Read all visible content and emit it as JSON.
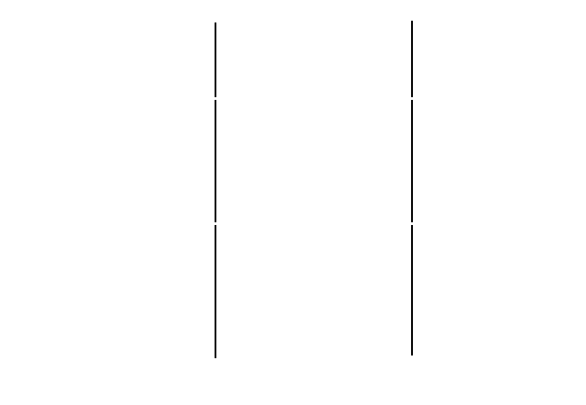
{
  "colors": {
    "background": "#ffffff",
    "line": "#000000"
  },
  "lines": [
    {
      "name": "left-vertical-line",
      "segments": 3
    },
    {
      "name": "right-vertical-line",
      "segments": 3
    }
  ]
}
